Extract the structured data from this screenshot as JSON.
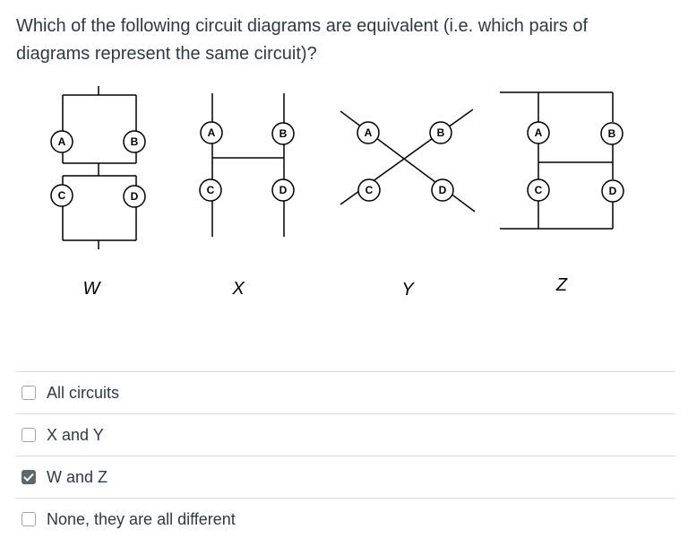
{
  "question": {
    "text": "Which of the following circuit diagrams are equivalent (i.e. which pairs of diagrams represent the same circuit)?"
  },
  "circuits": {
    "w": {
      "caption": "W",
      "labels": [
        "A",
        "B",
        "C",
        "D"
      ]
    },
    "x": {
      "caption": "X",
      "labels": [
        "A",
        "B",
        "C",
        "D"
      ]
    },
    "y": {
      "caption": "Y",
      "labels": [
        "A",
        "B",
        "C",
        "D"
      ]
    },
    "z": {
      "caption": "Z",
      "labels": [
        "A",
        "B",
        "C",
        "D"
      ]
    }
  },
  "options": [
    {
      "label": "All circuits",
      "checked": false
    },
    {
      "label": "X and Y",
      "checked": false
    },
    {
      "label": "W and Z",
      "checked": true
    },
    {
      "label": "None, they are all different",
      "checked": false
    }
  ],
  "colors": {
    "text": "#2d3b45",
    "divider": "#d9dde0",
    "checkbox_checked": "#5b6870",
    "wire": "#000000"
  }
}
